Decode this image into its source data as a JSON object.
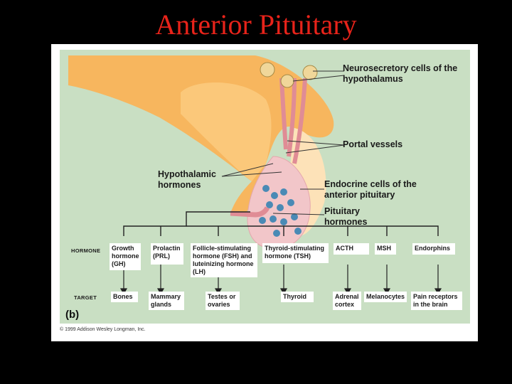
{
  "title": "Anterior Pituitary",
  "labels": {
    "neurosecretory": "Neurosecretory cells of the hypothalamus",
    "portal": "Portal vessels",
    "hypothalamic": "Hypothalamic hormones",
    "endocrine": "Endocrine cells of the anterior pituitary",
    "pituitary": "Pituitary hormones"
  },
  "row_labels": {
    "hormone": "HORMONE",
    "target": "TARGET"
  },
  "hormones": [
    "Growth hormone (GH)",
    "Prolactin (PRL)",
    "Follicle-stimulating hormone (FSH) and luteinizing hormone (LH)",
    "Thyroid-stimulating hormone (TSH)",
    "ACTH",
    "MSH",
    "Endorphins"
  ],
  "targets": [
    "Bones",
    "Mammary glands",
    "Testes or ovaries",
    "Thyroid",
    "Adrenal cortex",
    "Melanocytes",
    "Pain receptors in the brain"
  ],
  "part_label": "(b)",
  "credit": "© 1999 Addison Wesley Longman, Inc.",
  "colors": {
    "title": "#e8231a",
    "background": "#c9dfc3",
    "hypothalamus": "#f7b65e",
    "vessels": "#f2c6c9",
    "cells": "#4a8ab5"
  }
}
